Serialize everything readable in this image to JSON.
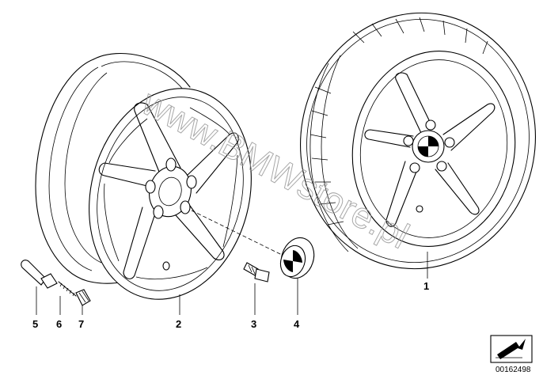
{
  "callouts": {
    "c1": "1",
    "c2": "2",
    "c3": "3",
    "c4": "4",
    "c5": "5",
    "c6": "6",
    "c7": "7"
  },
  "watermark": "www.BMWstore.pl",
  "drawing_number": "00162498"
}
